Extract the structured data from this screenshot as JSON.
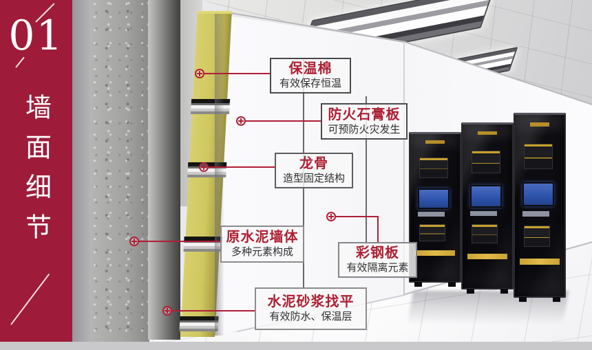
{
  "section": {
    "number": "01",
    "title": "墙面细节"
  },
  "callouts": [
    {
      "title": "保温棉",
      "subtitle": "有效保存恒温"
    },
    {
      "title": "防火石膏板",
      "subtitle": "可预防火灾发生"
    },
    {
      "title": "龙骨",
      "subtitle": "造型固定结构"
    },
    {
      "title": "原水泥墙体",
      "subtitle": "多种元素构成"
    },
    {
      "title": "彩钢板",
      "subtitle": "有效隔离元素"
    },
    {
      "title": "水泥砂浆找平",
      "subtitle": "有效防水、保温层"
    }
  ],
  "colors": {
    "sidebar_red": "#9e1c3a",
    "accent_red": "#b01e36",
    "insulation_yellow": "#cfc75e",
    "rack_screen_blue": "#2d52aa"
  },
  "scene": {
    "server_rack_count": 3,
    "ceiling_light_count": 2
  }
}
